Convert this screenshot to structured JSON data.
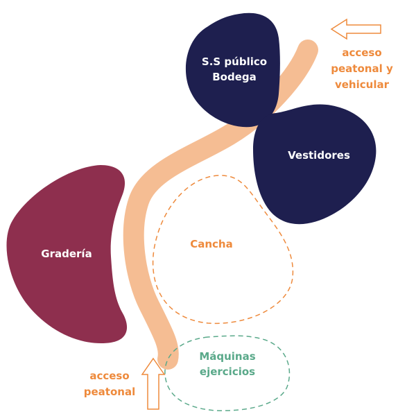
{
  "colors": {
    "navy": "#1e1f4f",
    "maroon": "#8e2f4e",
    "path": "#f5bd93",
    "orange": "#ee8a3c",
    "green": "#5aa98a",
    "background": "#ffffff"
  },
  "zones": {
    "ss_bodega": {
      "line1": "S.S público",
      "line2": "Bodega"
    },
    "vestidores": {
      "label": "Vestidores"
    },
    "graderia": {
      "label": "Gradería"
    },
    "cancha": {
      "label": "Cancha"
    },
    "maquinas": {
      "line1": "Máquinas",
      "line2": "ejercicios"
    }
  },
  "access": {
    "vehicular": {
      "line1": "acceso",
      "line2": "peatonal y",
      "line3": "vehicular",
      "arrow_direction": "left"
    },
    "peatonal": {
      "line1": "acceso",
      "line2": "peatonal",
      "arrow_direction": "up"
    }
  }
}
